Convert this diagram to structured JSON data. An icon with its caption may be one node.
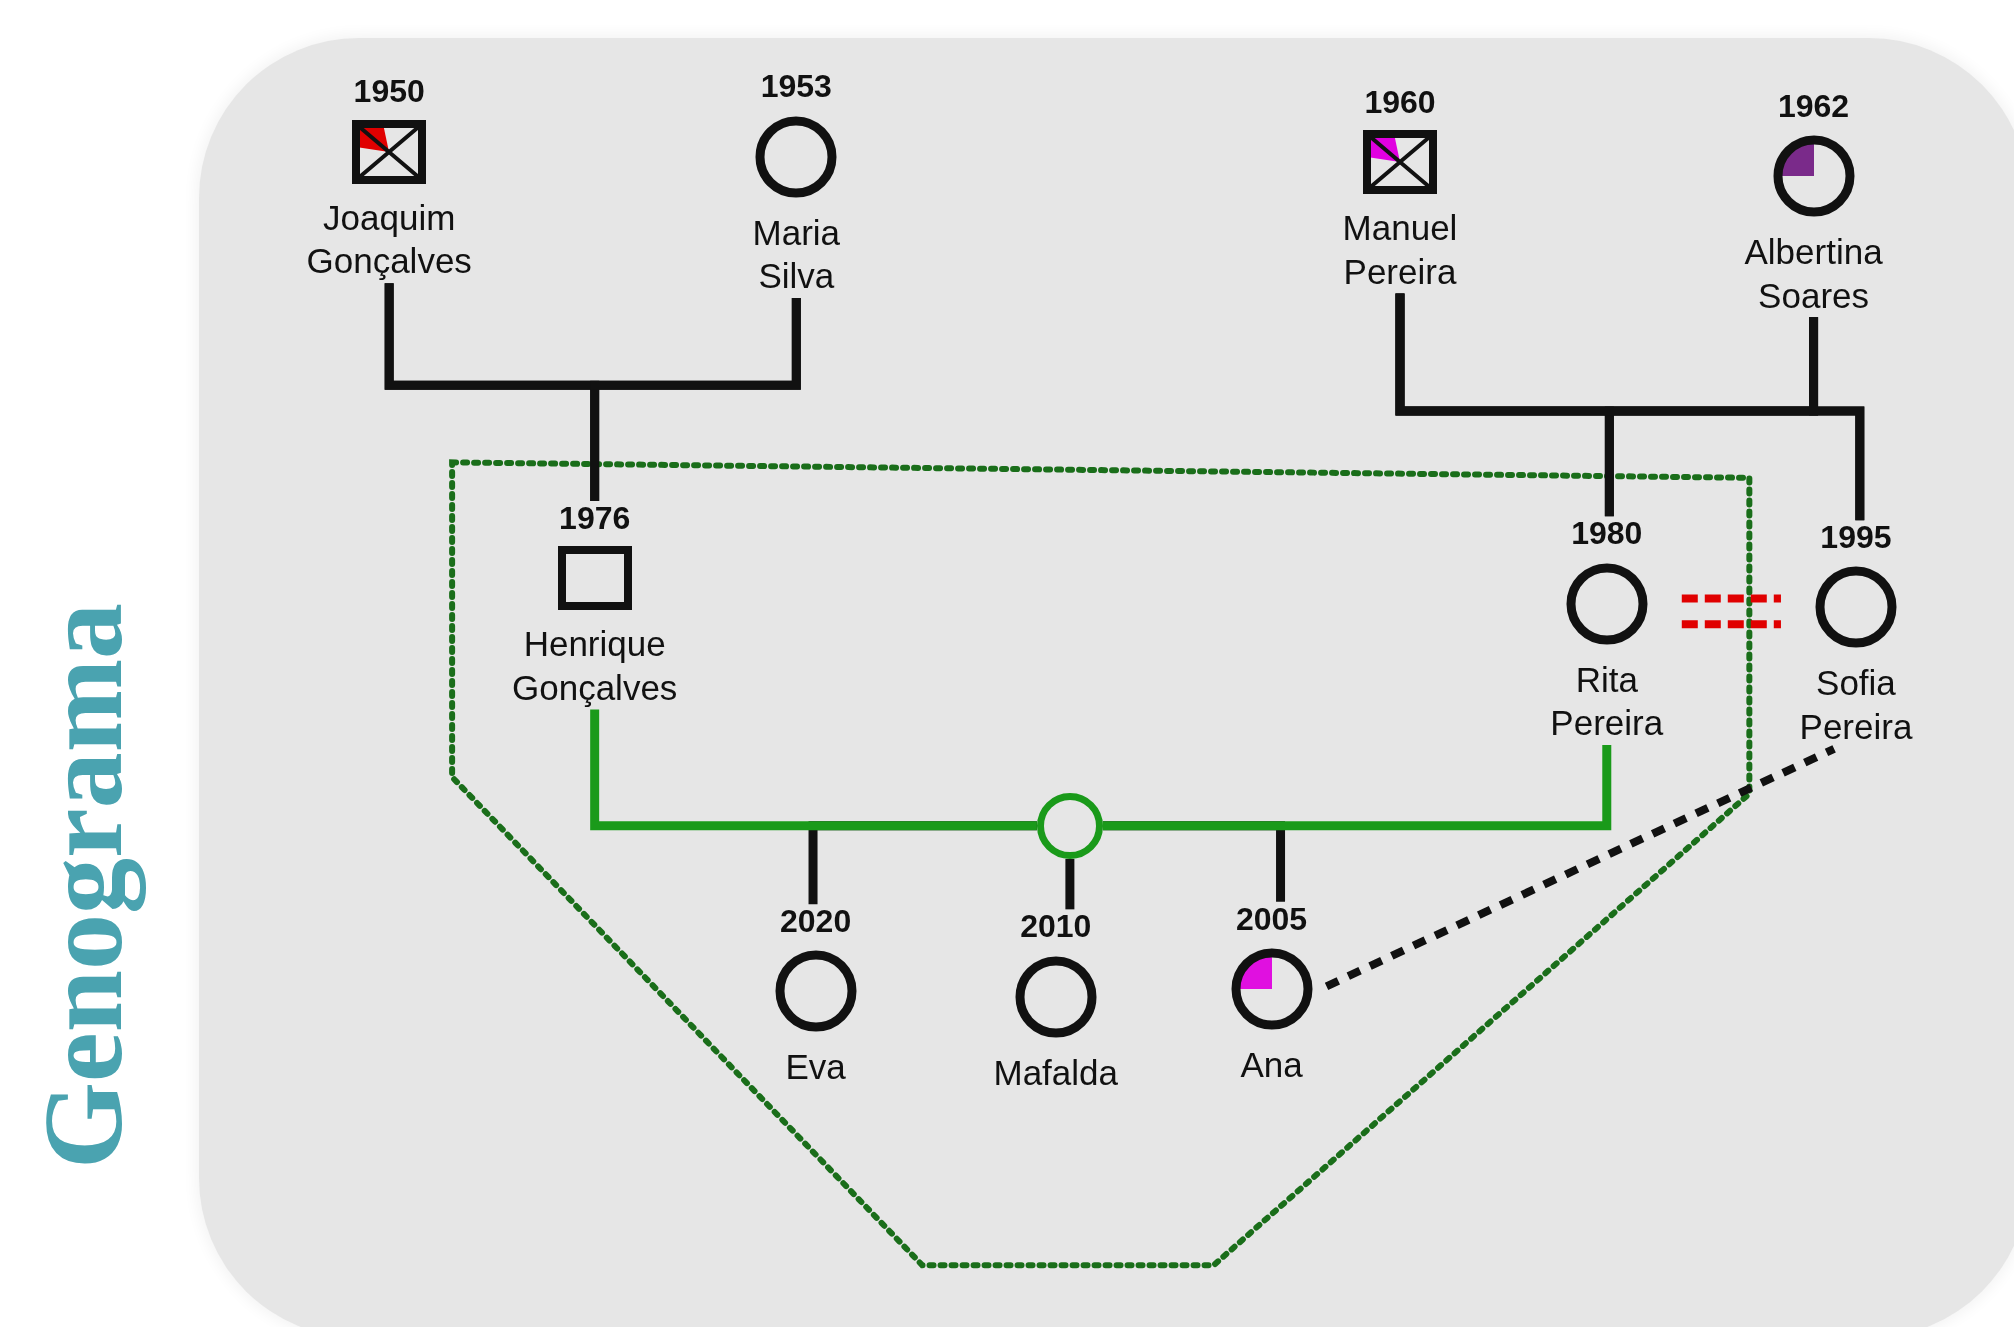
{
  "diagram": {
    "title": "Genograma",
    "nodes": [
      {
        "text": [],
        "shape": "box",
        "beside": [
          "1950",
          "Joaquim Gonçalves"
        ]
      },
      {
        "text": [],
        "shape": "circle",
        "beside": [
          "1953",
          "Maria Silva"
        ]
      },
      {
        "text": [],
        "shape": "box",
        "beside": [
          "1960",
          "Manuel Pereira"
        ]
      },
      {
        "text": [],
        "shape": "circle",
        "beside": [
          "1962",
          "Albertina Soares"
        ]
      },
      {
        "text": [],
        "shape": "box",
        "beside": [
          "1976",
          "Henrique Gonçalves"
        ]
      },
      {
        "text": [],
        "shape": "circle",
        "beside": [
          "1980",
          "Rita Pereira"
        ]
      },
      {
        "text": [],
        "shape": "circle",
        "beside": [
          "1995",
          "Sofia Pereira"
        ]
      },
      {
        "text": [],
        "shape": "circle"
      },
      {
        "text": [],
        "shape": "circle",
        "beside": [
          "2020",
          "Eva"
        ]
      },
      {
        "text": [],
        "shape": "circle",
        "beside": [
          "2010",
          "Mafalda"
        ]
      },
      {
        "text": [],
        "shape": "circle",
        "beside": [
          "2005",
          "Ana"
        ]
      }
    ],
    "edges": [
      {
        "from": 0,
        "to": 1,
        "arrow": "none"
      },
      {
        "from": 0,
        "to": 4,
        "arrow": "none"
      },
      {
        "from": 1,
        "to": 4,
        "arrow": "none"
      },
      {
        "from": 2,
        "to": 3,
        "arrow": "none"
      },
      {
        "from": 2,
        "to": 5,
        "arrow": "none"
      },
      {
        "from": 3,
        "to": 5,
        "arrow": "none"
      },
      {
        "from": 2,
        "to": 6,
        "arrow": "none"
      },
      {
        "from": 3,
        "to": 6,
        "arrow": "none"
      },
      {
        "from": 7,
        "to": 8,
        "arrow": "none"
      },
      {
        "from": 7,
        "to": 9,
        "arrow": "none"
      },
      {
        "from": 7,
        "to": 10,
        "arrow": "none"
      },
      {
        "from": 4,
        "to": 7,
        "arrow": "none",
        "color": "#1a9a1a"
      },
      {
        "from": 7,
        "to": 5,
        "arrow": "none",
        "color": "#1a9a1a"
      },
      {
        "from": 5,
        "to": 6,
        "arrow": "none",
        "style": "dashed",
        "color": "#e00000"
      },
      {
        "from": 10,
        "to": 6,
        "arrow": "none",
        "style": "dashed"
      }
    ]
  }
}
